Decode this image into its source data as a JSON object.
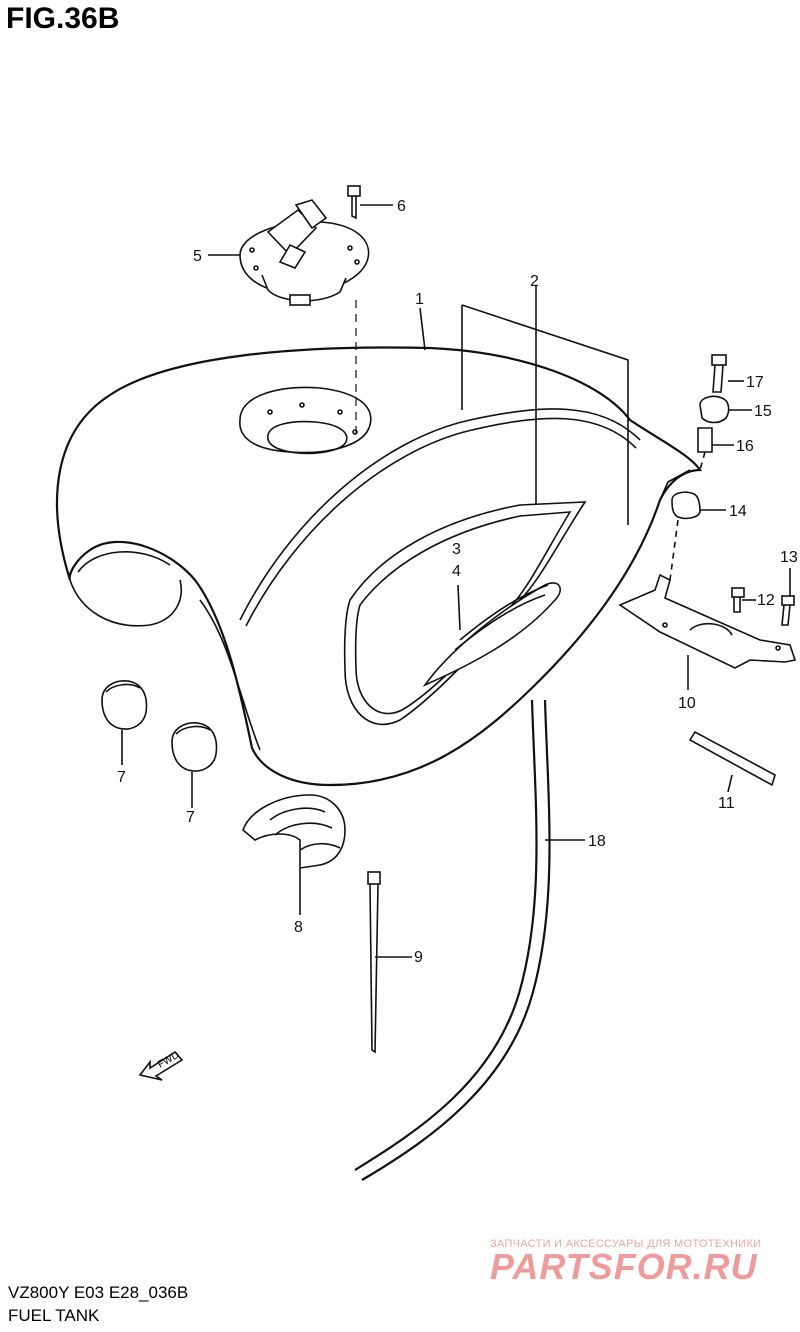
{
  "figure": {
    "title": "FIG.36B",
    "model_code": "VZ800Y E03 E28_036B",
    "section_name": "FUEL TANK"
  },
  "callouts": [
    {
      "id": "c1",
      "label": "1"
    },
    {
      "id": "c2",
      "label": "2"
    },
    {
      "id": "c3",
      "label": "3"
    },
    {
      "id": "c4",
      "label": "4"
    },
    {
      "id": "c5",
      "label": "5"
    },
    {
      "id": "c6",
      "label": "6"
    },
    {
      "id": "c7a",
      "label": "7"
    },
    {
      "id": "c7b",
      "label": "7"
    },
    {
      "id": "c8",
      "label": "8"
    },
    {
      "id": "c9",
      "label": "9"
    },
    {
      "id": "c10",
      "label": "10"
    },
    {
      "id": "c11",
      "label": "11"
    },
    {
      "id": "c12",
      "label": "12"
    },
    {
      "id": "c13",
      "label": "13"
    },
    {
      "id": "c14",
      "label": "14"
    },
    {
      "id": "c15",
      "label": "15"
    },
    {
      "id": "c16",
      "label": "16"
    },
    {
      "id": "c17",
      "label": "17"
    },
    {
      "id": "c18",
      "label": "18"
    }
  ],
  "fwd_label": "FWD",
  "watermark": {
    "tagline": "ЗАПЧАСТИ И АКСЕССУАРЫ ДЛЯ МОТОТЕХНИКИ",
    "brand": "PARTSFOR.RU"
  }
}
